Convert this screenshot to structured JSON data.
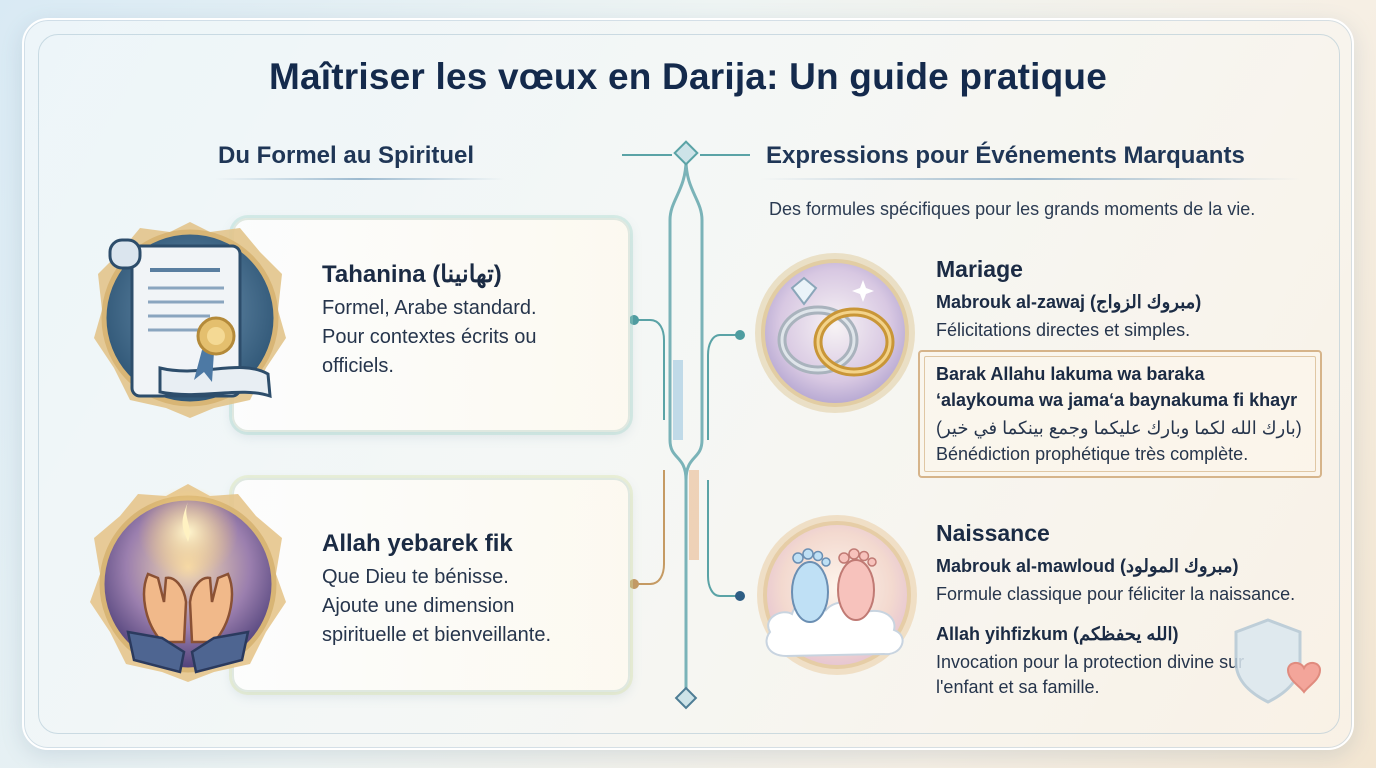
{
  "title": "Maîtriser les vœux en Darija: Un guide pratique",
  "left": {
    "heading": "Du Formel au Spirituel",
    "cards": [
      {
        "title": "Tahanina (تهانينا)",
        "lines": [
          "Formel, Arabe standard.",
          "Pour contextes écrits ou",
          "officiels."
        ],
        "icon": "scroll-certificate-icon"
      },
      {
        "title": "Allah yebarek fik",
        "lines": [
          "Que Dieu te bénisse.",
          "Ajoute une dimension",
          "spirituelle et bienveillante."
        ],
        "icon": "praying-hands-icon"
      }
    ]
  },
  "right": {
    "heading": "Expressions pour Événements Marquants",
    "subtitle": "Des formules spécifiques pour les grands moments de la vie.",
    "mariage": {
      "label": "Mariage",
      "expr1_title": "Mabrouk al-zawaj (مبروك الزواج)",
      "expr1_text": "Félicitations directes et simples.",
      "expr2_title_line1": "Barak Allahu lakuma wa baraka",
      "expr2_title_line2": "ʻalaykouma wa jamaʻa baynakuma fi khayr",
      "expr2_arabic": "(بارك الله لكما وبارك عليكما وجمع بينكما في خير)",
      "expr2_text": "Bénédiction prophétique très complète.",
      "icon": "wedding-rings-icon"
    },
    "naissance": {
      "label": "Naissance",
      "expr1_title": "Mabrouk al-mawloud (مبروك المولود)",
      "expr1_text": "Formule classique pour féliciter la naissance.",
      "expr2_title": "Allah yihfizkum (الله يحفظكم)",
      "expr2_text_line1": "Invocation pour la protection divine sur",
      "expr2_text_line2": "l'enfant et sa famille.",
      "icon": "baby-feet-icon"
    }
  },
  "colors": {
    "title": "#142a4c",
    "teal_line": "#5aa3a6",
    "accent_gold": "#d6b48a"
  }
}
